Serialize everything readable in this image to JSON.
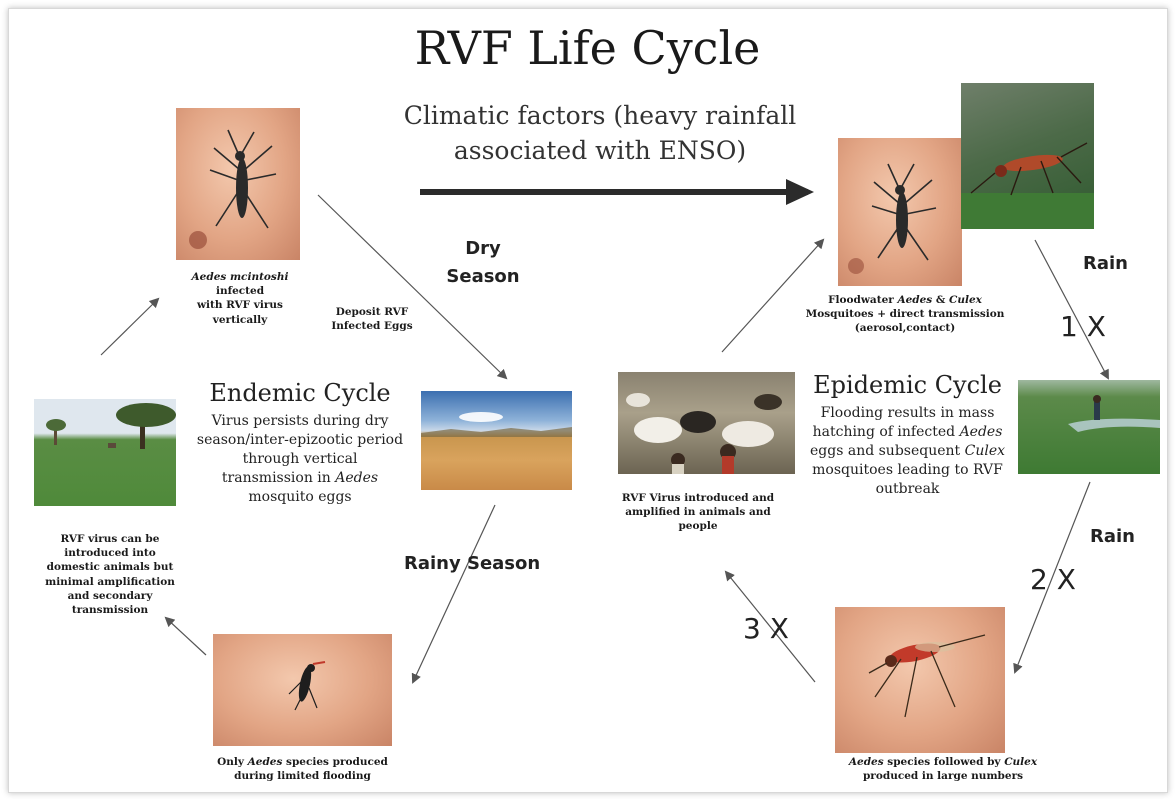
{
  "title": "RVF Life Cycle",
  "climatic_factors": "Climatic factors (heavy rainfall associated with ENSO)",
  "dry_season": "Dry Season",
  "rainy_season": "Rainy Season",
  "rain_1": "Rain",
  "rain_2": "Rain",
  "count_1": "1 X",
  "count_2": "2 X",
  "count_3": "3 X",
  "captions": {
    "aedes_mcintoshi": [
      "Aedes mcintoshi",
      " infected",
      "with RVF virus",
      "vertically"
    ],
    "deposit_eggs": "Deposit RVF Infected Eggs",
    "floodwater": [
      "Floodwater ",
      "Aedes",
      " & ",
      "Culex",
      " Mosquitoes + direct transmission (aerosol,contact)"
    ],
    "virus_introduced": "RVF Virus introduced and amplified in animals and people",
    "domestic_animals": "RVF virus can be introduced into domestic animals but minimal amplification and secondary transmission",
    "only_aedes": [
      "Only ",
      "Aedes",
      " species produced",
      "during limited flooding"
    ],
    "aedes_culex": [
      "Aedes",
      " species followed by ",
      "Culex",
      " produced in large numbers"
    ]
  },
  "endemic": {
    "title": "Endemic Cycle",
    "desc": [
      "Virus persists during dry season/inter-epizootic period through vertical transmission in ",
      "Aedes",
      " mosquito eggs"
    ]
  },
  "epidemic": {
    "title": "Epidemic Cycle",
    "desc": [
      "Flooding results in mass hatching of infected ",
      "Aedes",
      " eggs and subsequent ",
      "Culex",
      " mosquitoes leading to RVF outbreak"
    ]
  },
  "colors": {
    "arrow": "#555555",
    "big_arrow": "#2b2b2b",
    "skin": "#e2a585",
    "grass": "#4f8a3a",
    "sky": "#8fb3d9"
  }
}
